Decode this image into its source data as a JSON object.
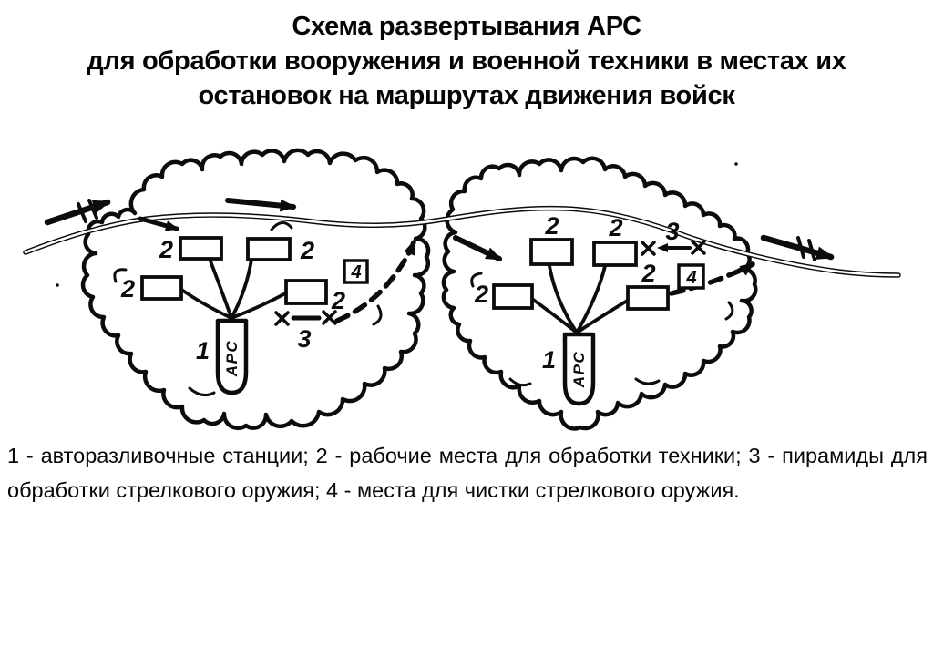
{
  "page": {
    "background": "#ffffff",
    "ink": "#0c0c0c"
  },
  "title": {
    "line1": "Схема развертывания АРС",
    "line2": "для обработки вооружения и военной техники в местах их",
    "line3": "остановок на маршрутах движения войск"
  },
  "caption": "1 - авторазливочные станции; 2 - рабочие места для обработки техники; 3 - пирамиды для обработки стрелкового оружия; 4 - места для чистки стрелкового оружия.",
  "diagram": {
    "labels": {
      "station_num": "1",
      "workplace_num": "2",
      "pyramid_num": "3",
      "cleaning_num": "4",
      "station_abbr": "АРС"
    }
  }
}
